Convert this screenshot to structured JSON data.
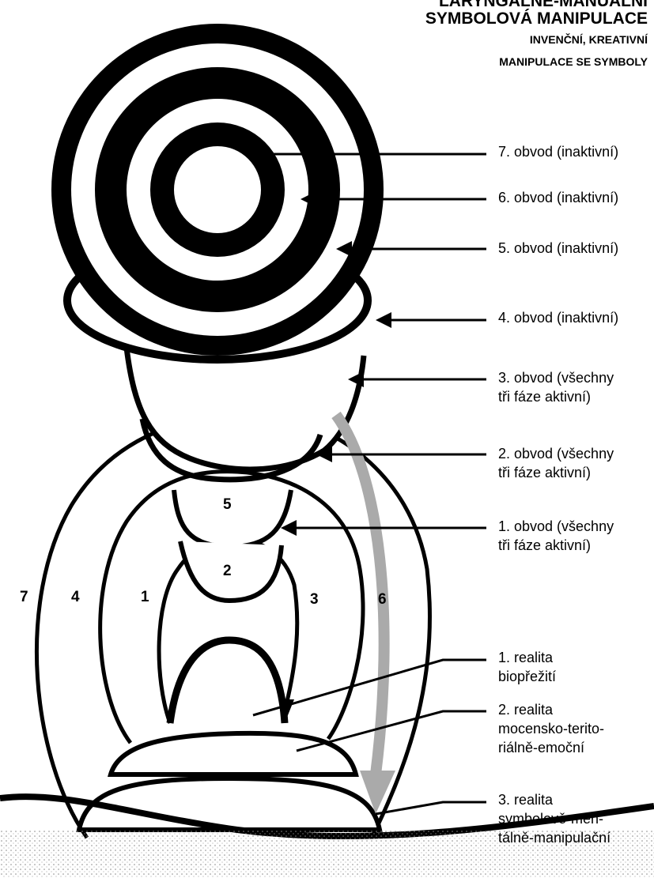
{
  "header": {
    "line1": "LARYNGÁLNĚ-MANUÁLNÍ",
    "line2": "SYMBOLOVÁ MANIPULACE",
    "line3": "INVENČNÍ, KREATIVNÍ",
    "line4": "MANIPULACE SE SYMBOLY"
  },
  "labels": {
    "obvod7": "7. obvod (inaktivní)",
    "obvod6": "6. obvod (inaktivní)",
    "obvod5": "5. obvod (inaktivní)",
    "obvod4": "4. obvod (inaktivní)",
    "obvod3": "3. obvod (všechny\ntři fáze aktivní)",
    "obvod2": "2. obvod (všechny\ntři fáze aktivní)",
    "obvod1": "1. obvod (všechny\ntři fáze aktivní)",
    "realita1": "1. realita\nbiopřežití",
    "realita2": "2. realita\nmocensko-terito-\nriálně-emoční",
    "realita3": "3. realita\nsymbolově-men-\ntálně-manipulační"
  },
  "numbers": {
    "n7": "7",
    "n4": "4",
    "n1": "1",
    "n3": "3",
    "n6": "6",
    "n5": "5",
    "n2": "2"
  }
}
